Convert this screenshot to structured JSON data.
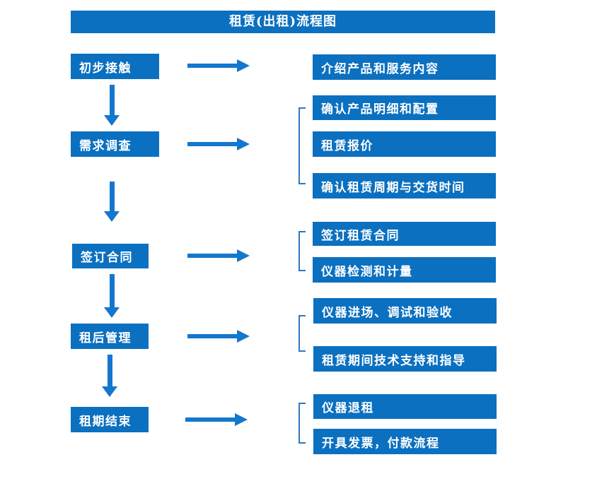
{
  "title": "租赁(出租)流程图",
  "colors": {
    "box_blue": "#0b70c0",
    "arrow_blue": "#1377cd",
    "bracket_blue": "#3078bf",
    "text_white": "#ffffff",
    "background": "#ffffff"
  },
  "steps": [
    {
      "label": "初步接触",
      "outputs": [
        "介绍产品和服务内容"
      ]
    },
    {
      "label": "需求调查",
      "outputs": [
        "确认产品明细和配置",
        "租赁报价",
        "确认租赁周期与交货时间"
      ]
    },
    {
      "label": "签订合同",
      "outputs": [
        "签订租赁合同",
        "仪器检测和计量"
      ]
    },
    {
      "label": "租后管理",
      "outputs": [
        "仪器进场、调试和验收",
        "租赁期间技术支持和指导"
      ]
    },
    {
      "label": "租期结束",
      "outputs": [
        "仪器退租",
        "开具发票，付款流程"
      ]
    }
  ]
}
